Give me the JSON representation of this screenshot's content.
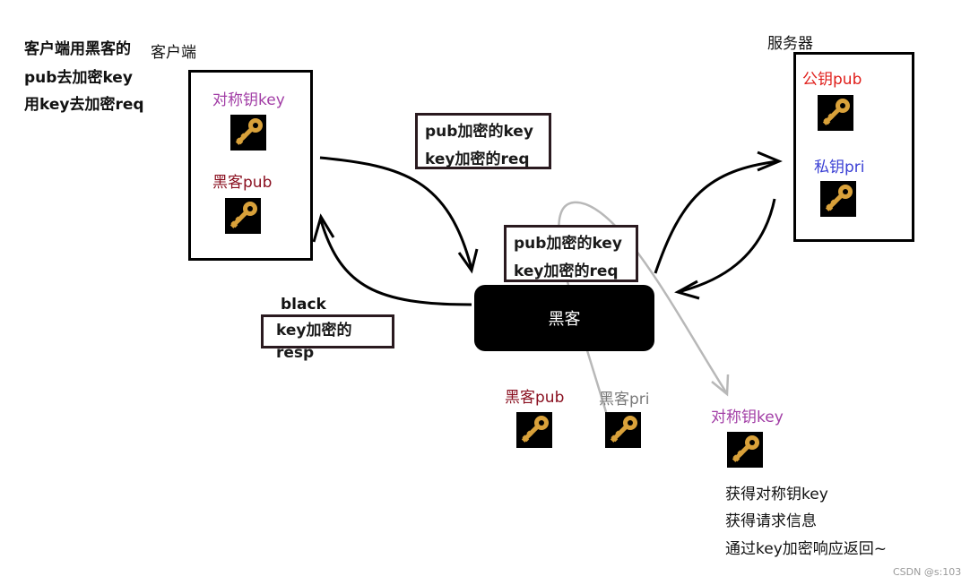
{
  "client_note": {
    "line1": "客户端用黑客的",
    "line2": "pub去加密key",
    "line3": "用key去加密req"
  },
  "client": {
    "label": "客户端",
    "key1_label": "对称钥key",
    "key2_label": "黑客pub"
  },
  "server": {
    "label": "服务器",
    "pub_label": "公钥pub",
    "pri_label": "私钥pri"
  },
  "msg_top": {
    "line1": "pub加密的key",
    "line2": "key加密的req"
  },
  "msg_mid": {
    "line1": "pub加密的key",
    "line2": "key加密的req"
  },
  "response": {
    "title": "black",
    "text": "key加密的resp"
  },
  "hacker": {
    "label": "黑客",
    "pub_label": "黑客pub",
    "pri_label": "黑客pri"
  },
  "hacker_gets": {
    "key_label": "对称钥key",
    "line1": "获得对称钥key",
    "line2": "获得请求信息",
    "line3": "通过key加密响应返回~"
  },
  "watermark": "CSDN @s:103",
  "colors": {
    "purple": "#a23ea6",
    "dark_red": "#8a1020",
    "red": "#e0201c",
    "blue": "#3a3fd4",
    "gray": "#7a7a7a",
    "key_gold": "#d9a13a"
  }
}
